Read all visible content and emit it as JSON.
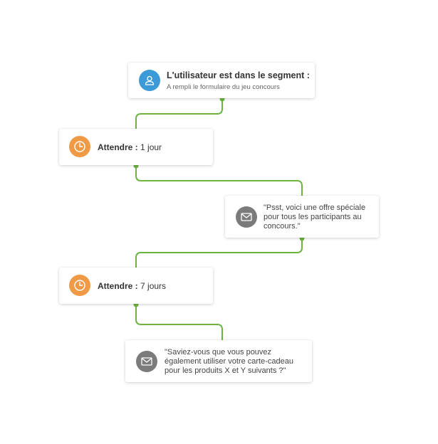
{
  "colors": {
    "connector": "#6cb33f",
    "segment_icon": "#3d9ad8",
    "wait_icon": "#f19a46",
    "message_icon": "#7b7b7b"
  },
  "steps": [
    {
      "type": "segment",
      "icon": "user-icon",
      "title": "L'utilisateur est dans le segment :",
      "subtitle": "A rempli le formulaire du jeu concours"
    },
    {
      "type": "wait",
      "icon": "clock-icon",
      "label": "Attendre :",
      "value": "1 jour"
    },
    {
      "type": "message",
      "icon": "envelope-icon",
      "text": "\"Psst, voici une offre spéciale pour tous les participants au concours.\""
    },
    {
      "type": "wait",
      "icon": "clock-icon",
      "label": "Attendre :",
      "value": "7 jours"
    },
    {
      "type": "message",
      "icon": "envelope-icon",
      "text": "\"Saviez-vous que vous pouvez également utiliser votre carte-cadeau pour les produits X et Y suivants ?\""
    }
  ]
}
